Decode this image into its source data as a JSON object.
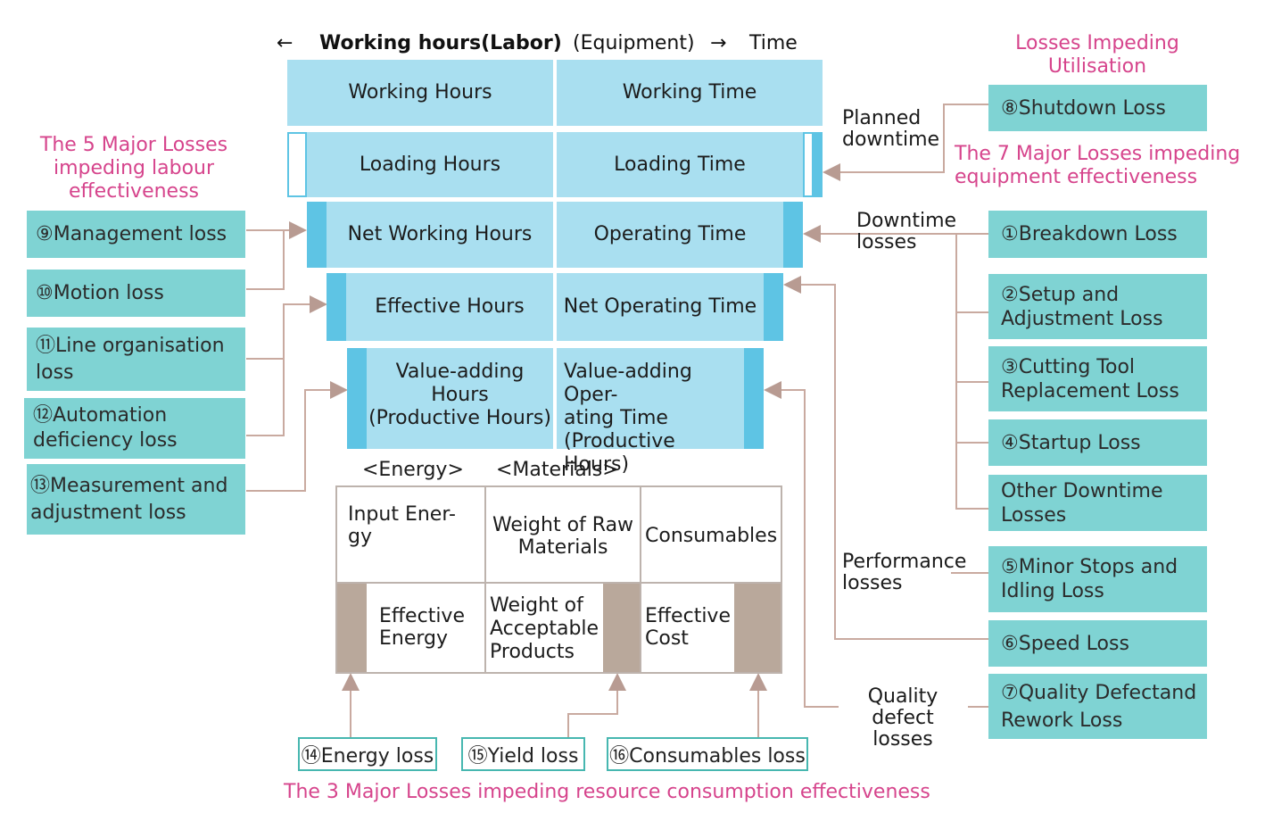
{
  "header": {
    "arrow_left": "←",
    "labor": "Working hours(Labor)",
    "equipment": "(Equipment)",
    "arrow_right": "→",
    "time": "Time"
  },
  "titles": {
    "labour": [
      "The 5 Major Losses",
      "impeding labour",
      "effectiveness"
    ],
    "utilisation": [
      "Losses Impeding",
      "Utilisation"
    ],
    "equipment": [
      "The 7 Major Losses impeding",
      "equipment effectiveness"
    ],
    "resource": "The 3 Major Losses impeding resource consumption effectiveness"
  },
  "center": {
    "rows": [
      {
        "left": "Working Hours",
        "right": "Working Time"
      },
      {
        "left": "Loading Hours",
        "right": "Loading Time"
      },
      {
        "left": "Net Working Hours",
        "right": "Operating Time"
      },
      {
        "left": "Effective Hours",
        "right": "Net Operating Time"
      },
      {
        "left": [
          "Value-adding Hours",
          "(Productive Hours)"
        ],
        "right": [
          "Value-adding Oper-",
          "ating Time",
          "(Productive Hours)"
        ]
      }
    ]
  },
  "labour_losses": [
    [
      "⑨Management loss"
    ],
    [
      "⑩Motion loss"
    ],
    [
      "⑪Line organisation",
      "loss"
    ],
    [
      "⑫Automation",
      "deficiency loss"
    ],
    [
      "⑬Measurement and",
      "adjustment loss"
    ]
  ],
  "equipment_losses": [
    [
      "⑧Shutdown Loss"
    ],
    [
      "①Breakdown Loss"
    ],
    [
      "②Setup and",
      "Adjustment Loss"
    ],
    [
      "③Cutting Tool",
      "Replacement Loss"
    ],
    [
      "④Startup Loss"
    ],
    [
      "Other Downtime",
      "Losses"
    ],
    [
      "⑤Minor Stops and",
      "Idling Loss"
    ],
    [
      "⑥Speed Loss"
    ],
    [
      "⑦Quality Defectand",
      "Rework Loss"
    ]
  ],
  "categories": {
    "planned": [
      "Planned",
      "downtime"
    ],
    "downtime": [
      "Downtime",
      "losses"
    ],
    "performance": [
      "Performance",
      "losses"
    ],
    "quality": [
      "Quality",
      "defect losses"
    ]
  },
  "resource": {
    "energy_header": "<Energy>",
    "materials_header": "<Materials>",
    "top": [
      [
        "Input Ener-",
        "gy"
      ],
      [
        "Weight of Raw",
        "Materials"
      ],
      [
        "Consumables"
      ]
    ],
    "bottom": [
      [
        "Effective",
        "Energy"
      ],
      [
        "Weight of",
        "Acceptable",
        "Products"
      ],
      [
        "Effective",
        "Cost"
      ]
    ],
    "losses": [
      "⑭Energy loss",
      "⑮Yield loss",
      "⑯Consumables loss"
    ]
  },
  "colors": {
    "box": "#a9dff0",
    "bar": "#5ec4e4",
    "loss": "#7fd3d3",
    "pink": "#d6448c",
    "tan": "#b9a89b",
    "connector": "#c9aaa0"
  }
}
